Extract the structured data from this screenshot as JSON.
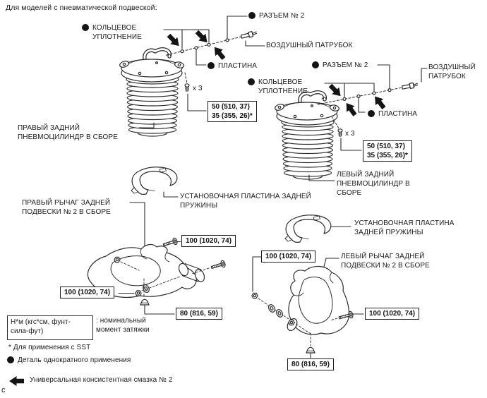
{
  "colors": {
    "background": "#ffffff",
    "ink": "#1a1a1a",
    "line": "#2b2b2b"
  },
  "header": {
    "note": "Для моделей с пневматической подвеской:"
  },
  "right_rear_cylinder": {
    "ring_seal_label": "КОЛЬЦЕВОЕ\nУПЛОТНЕНИЕ",
    "connector_label": "РАЗЪЕМ № 2",
    "air_tube_label": "ВОЗДУШНЫЙ ПАТРУБОК",
    "plate_label": "ПЛАСТИНА",
    "bolt_count": "x 3",
    "torque": "50 (510, 37)\n35 (355, 26)*",
    "name": "ПРАВЫЙ ЗАДНИЙ\nПНЕВМОЦИЛИНДР В СБОРЕ"
  },
  "left_rear_cylinder": {
    "connector_label": "РАЗЪЕМ № 2",
    "air_tube_label": "ВОЗДУШНЫЙ\nПАТРУБОК",
    "ring_seal_label": "КОЛЬЦЕВОЕ\nУПЛОТНЕНИЕ",
    "plate_label": "ПЛАСТИНА",
    "bolt_count": "x 3",
    "torque": "50 (510, 37)\n35 (355, 26)*",
    "name": "ЛЕВЫЙ ЗАДНИЙ\nПНЕВМОЦИЛИНДР В\nСБОРЕ"
  },
  "right_arm": {
    "spring_plate_label": "УСТАНОВОЧНАЯ ПЛАСТИНА ЗАДНЕЙ\nПРУЖИНЫ",
    "name": "ПРАВЫЙ РЫЧАГ ЗАДНЕЙ\nПОДВЕСКИ № 2 В СБОРЕ",
    "torque_top_bolt": "100 (1020, 74)",
    "torque_left_nut": "100 (1020, 74)",
    "torque_bottom_bolt": "80 (816, 59)"
  },
  "left_arm": {
    "spring_plate_label": "УСТАНОВОЧНАЯ ПЛАСТИНА\nЗАДНЕЙ ПРУЖИНЫ",
    "name": "ЛЕВЫЙ РЫЧАГ ЗАДНЕЙ\nПОДВЕСКИ № 2 В СБОРЕ",
    "torque_left_nut": "100 (1020, 74)",
    "torque_right_bolt": "100 (1020, 74)",
    "torque_bottom_bolt": "80 (816, 59)"
  },
  "legend": {
    "unit_box": "Н*м (кгс*см, фунт-\nсила-фут)",
    "unit_desc": ": номинальный\nмомент затяжки",
    "sst_note": "* Для применения с SST",
    "single_use_note": "Деталь однократного применения",
    "grease_note": "Универсальная консистентная смазка № 2"
  },
  "footer": {
    "page_marker": "c"
  }
}
